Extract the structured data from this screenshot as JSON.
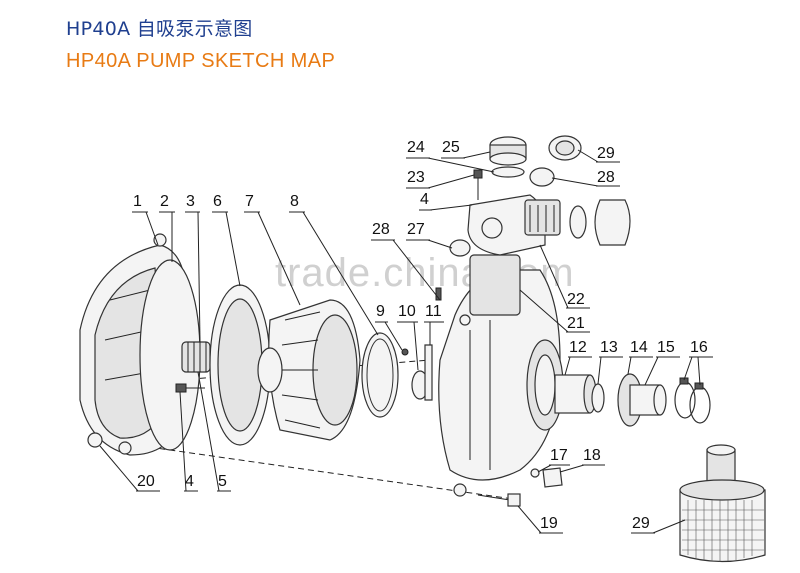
{
  "title_cn": "HP40A  自吸泵示意图",
  "title_en": "HP40A  PUMP SKETCH MAP",
  "watermark": "trade.china.com",
  "labels": [
    "1",
    "2",
    "3",
    "6",
    "7",
    "8",
    "28",
    "27",
    "24",
    "25",
    "23",
    "4",
    "29",
    "28",
    "9",
    "10",
    "11",
    "22",
    "21",
    "12",
    "13",
    "14",
    "15",
    "16",
    "17",
    "18",
    "19",
    "20",
    "4",
    "5",
    "29"
  ]
}
